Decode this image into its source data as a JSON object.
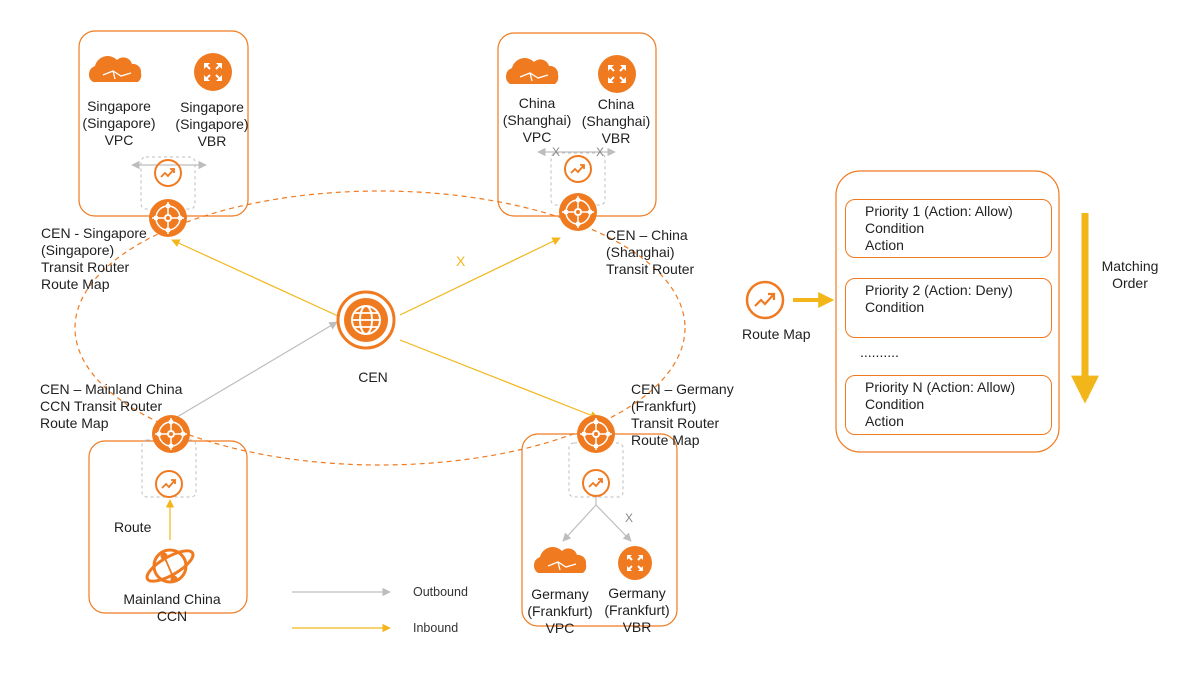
{
  "colors": {
    "orange": "#f07a20",
    "gold": "#f2b61a",
    "gray": "#bdbdbd"
  },
  "cen": {
    "label": "CEN",
    "icon": "globe-icon"
  },
  "singapore": {
    "vpc_label": [
      "Singapore",
      "(Singapore)",
      "VPC"
    ],
    "vbr_label": [
      "Singapore",
      "(Singapore)",
      "VBR"
    ],
    "tr_label": [
      "CEN - Singapore",
      "(Singapore)",
      "Transit Router",
      "Route Map"
    ]
  },
  "china": {
    "vpc_label": [
      "China",
      "(Shanghai)",
      "VPC"
    ],
    "vbr_label": [
      "China",
      "(Shanghai)",
      "VBR"
    ],
    "tr_label": [
      "CEN – China",
      "(Shanghai)",
      "Transit Router"
    ]
  },
  "mainland": {
    "tr_label": [
      "CEN – Mainland China",
      "CCN Transit Router",
      "Route Map"
    ],
    "route_label": "Route",
    "ccn_label": [
      "Mainland China",
      "CCN"
    ]
  },
  "germany": {
    "tr_label": [
      "CEN – Germany",
      "(Frankfurt)",
      "Transit Router",
      "Route Map"
    ],
    "vpc_label": [
      "Germany",
      "(Frankfurt)",
      "VPC"
    ],
    "vbr_label": [
      "Germany",
      "(Frankfurt)",
      "VBR"
    ]
  },
  "x_mark": "X",
  "legend": {
    "outbound": "Outbound",
    "inbound": "Inbound"
  },
  "route_map": {
    "label": "Route Map"
  },
  "priorities": [
    {
      "title": "Priority 1 (Action: Allow)",
      "lines": [
        "Condition",
        "Action"
      ]
    },
    {
      "title": "Priority 2 (Action: Deny)",
      "lines": [
        "Condition"
      ]
    },
    {
      "title": "Priority N (Action: Allow)",
      "lines": [
        "Condition",
        "Action"
      ]
    }
  ],
  "ellipsis": "..........",
  "matching_order": [
    "Matching",
    "Order"
  ]
}
